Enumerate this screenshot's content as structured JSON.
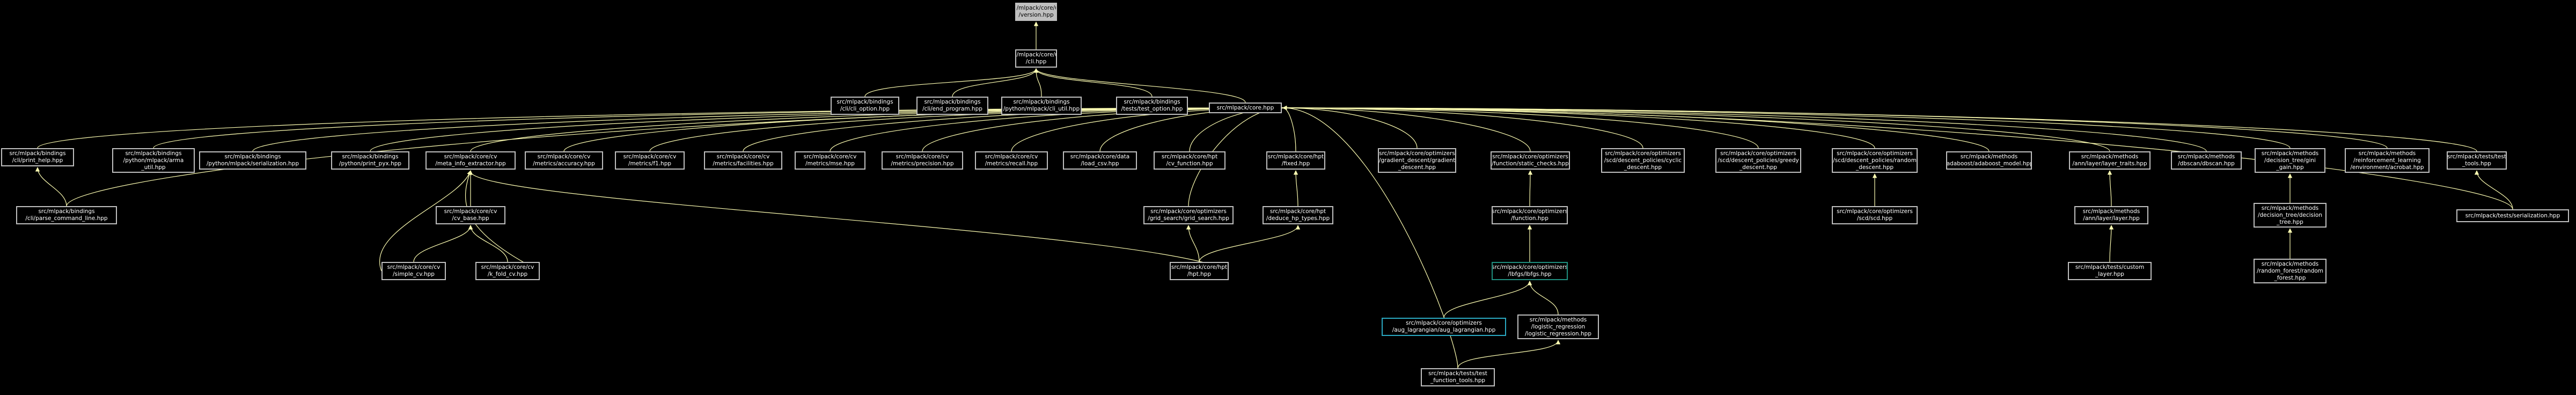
{
  "graph": {
    "edge_color": "#ffffb3",
    "node_border": "#bfbfbf",
    "root_fill": "#bfbfbf",
    "background": "#000000",
    "nodes": [
      {
        "id": "version",
        "lines": [
          "src/mlpack/core/util",
          "/version.hpp"
        ]
      },
      {
        "id": "cli",
        "lines": [
          "src/mlpack/core/util",
          "/cli.hpp"
        ]
      },
      {
        "id": "cli_option",
        "lines": [
          "src/mlpack/bindings",
          "/cli/cli_option.hpp"
        ]
      },
      {
        "id": "end_program",
        "lines": [
          "src/mlpack/bindings",
          "/cli/end_program.hpp"
        ]
      },
      {
        "id": "py_cli_util",
        "lines": [
          "src/mlpack/bindings",
          "/python/mlpack/cli_util.hpp"
        ]
      },
      {
        "id": "test_option",
        "lines": [
          "src/mlpack/bindings",
          "/tests/test_option.hpp"
        ]
      },
      {
        "id": "core",
        "lines": [
          "src/mlpack/core.hpp"
        ]
      },
      {
        "id": "print_help",
        "lines": [
          "src/mlpack/bindings",
          "/cli/print_help.hpp"
        ]
      },
      {
        "id": "arma_util",
        "lines": [
          "src/mlpack/bindings",
          "/python/mlpack/arma",
          "_util.hpp"
        ]
      },
      {
        "id": "serialization",
        "lines": [
          "src/mlpack/bindings",
          "/python/mlpack/serialization.hpp"
        ]
      },
      {
        "id": "print_pyx",
        "lines": [
          "src/mlpack/bindings",
          "/python/print_pyx.hpp"
        ]
      },
      {
        "id": "meta_info",
        "lines": [
          "src/mlpack/core/cv",
          "/meta_info_extractor.hpp"
        ]
      },
      {
        "id": "accuracy",
        "lines": [
          "src/mlpack/core/cv",
          "/metrics/accuracy.hpp"
        ]
      },
      {
        "id": "f1",
        "lines": [
          "src/mlpack/core/cv",
          "/metrics/f1.hpp"
        ]
      },
      {
        "id": "facilities",
        "lines": [
          "src/mlpack/core/cv",
          "/metrics/facilities.hpp"
        ]
      },
      {
        "id": "mse",
        "lines": [
          "src/mlpack/core/cv",
          "/metrics/mse.hpp"
        ]
      },
      {
        "id": "precision",
        "lines": [
          "src/mlpack/core/cv",
          "/metrics/precision.hpp"
        ]
      },
      {
        "id": "recall",
        "lines": [
          "src/mlpack/core/cv",
          "/metrics/recall.hpp"
        ]
      },
      {
        "id": "load_csv",
        "lines": [
          "src/mlpack/core/data",
          "/load_csv.hpp"
        ]
      },
      {
        "id": "cv_function",
        "lines": [
          "src/mlpack/core/hpt",
          "/cv_function.hpp"
        ]
      },
      {
        "id": "fixed",
        "lines": [
          "src/mlpack/core/hpt",
          "/fixed.hpp"
        ]
      },
      {
        "id": "gradient_descent",
        "lines": [
          "src/mlpack/core/optimizers",
          "/gradient_descent/gradient",
          "_descent.hpp"
        ]
      },
      {
        "id": "static_checks",
        "lines": [
          "src/mlpack/core/optimizers",
          "/function/static_checks.hpp"
        ]
      },
      {
        "id": "cyclic_descent",
        "lines": [
          "src/mlpack/core/optimizers",
          "/scd/descent_policies/cyclic",
          "_descent.hpp"
        ]
      },
      {
        "id": "greedy_descent",
        "lines": [
          "src/mlpack/core/optimizers",
          "/scd/descent_policies/greedy",
          "_descent.hpp"
        ]
      },
      {
        "id": "random_descent",
        "lines": [
          "src/mlpack/core/optimizers",
          "/scd/descent_policies/random",
          "_descent.hpp"
        ]
      },
      {
        "id": "adaboost_model",
        "lines": [
          "src/mlpack/methods",
          "/adaboost/adaboost_model.hpp"
        ]
      },
      {
        "id": "layer_traits",
        "lines": [
          "src/mlpack/methods",
          "/ann/layer/layer_traits.hpp"
        ]
      },
      {
        "id": "dbscan",
        "lines": [
          "src/mlpack/methods",
          "/dbscan/dbscan.hpp"
        ]
      },
      {
        "id": "dt_gain",
        "lines": [
          "src/mlpack/methods",
          "/decision_tree/gini",
          "_gain.hpp"
        ]
      },
      {
        "id": "acrobat",
        "lines": [
          "src/mlpack/methods",
          "/reinforcement_learning",
          "/environment/acrobat.hpp"
        ]
      },
      {
        "id": "test_tools",
        "lines": [
          "src/mlpack/tests/test",
          "_tools.hpp"
        ]
      },
      {
        "id": "parse_cmd",
        "lines": [
          "src/mlpack/bindings",
          "/cli/parse_command_line.hpp"
        ]
      },
      {
        "id": "cv_base",
        "lines": [
          "src/mlpack/core/cv",
          "/cv_base.hpp"
        ]
      },
      {
        "id": "simple_cv",
        "lines": [
          "src/mlpack/core/cv",
          "/simple_cv.hpp"
        ]
      },
      {
        "id": "k_fold_cv",
        "lines": [
          "src/mlpack/core/cv",
          "/k_fold_cv.hpp"
        ]
      },
      {
        "id": "grid_search",
        "lines": [
          "src/mlpack/core/optimizers",
          "/grid_search/grid_search.hpp"
        ]
      },
      {
        "id": "deduce_hp",
        "lines": [
          "src/mlpack/core/hpt",
          "/deduce_hp_types.hpp"
        ]
      },
      {
        "id": "hpt",
        "lines": [
          "src/mlpack/core/hpt",
          "/hpt.hpp"
        ]
      },
      {
        "id": "function_hpp",
        "lines": [
          "src/mlpack/core/optimizers",
          "/function.hpp"
        ]
      },
      {
        "id": "bfgs",
        "lines": [
          "src/mlpack/core/optimizers",
          "/lbfgs/lbfgs.hpp"
        ]
      },
      {
        "id": "aug_lagrangian",
        "lines": [
          "src/mlpack/core/optimizers",
          "/aug_lagrangian/aug_lagrangian.hpp"
        ]
      },
      {
        "id": "logistic",
        "lines": [
          "src/mlpack/methods",
          "/logistic_regression",
          "/logistic_regression.hpp"
        ]
      },
      {
        "id": "test_function_tools",
        "lines": [
          "src/mlpack/tests/test",
          "_function_tools.hpp"
        ]
      },
      {
        "id": "scd",
        "lines": [
          "src/mlpack/core/optimizers",
          "/scd/scd.hpp"
        ]
      },
      {
        "id": "ann_layer",
        "lines": [
          "src/mlpack/methods",
          "/ann/layer/layer.hpp"
        ]
      },
      {
        "id": "custom_layer",
        "lines": [
          "src/mlpack/tests/custom",
          "_layer.hpp"
        ]
      },
      {
        "id": "decision_tree",
        "lines": [
          "src/mlpack/methods",
          "/decision_tree/decision",
          "_tree.hpp"
        ]
      },
      {
        "id": "random_forest",
        "lines": [
          "src/mlpack/methods",
          "/random_forest/random",
          "_forest.hpp"
        ]
      },
      {
        "id": "serialization_tests",
        "lines": [
          "src/mlpack/tests/serialization.hpp"
        ]
      }
    ]
  }
}
